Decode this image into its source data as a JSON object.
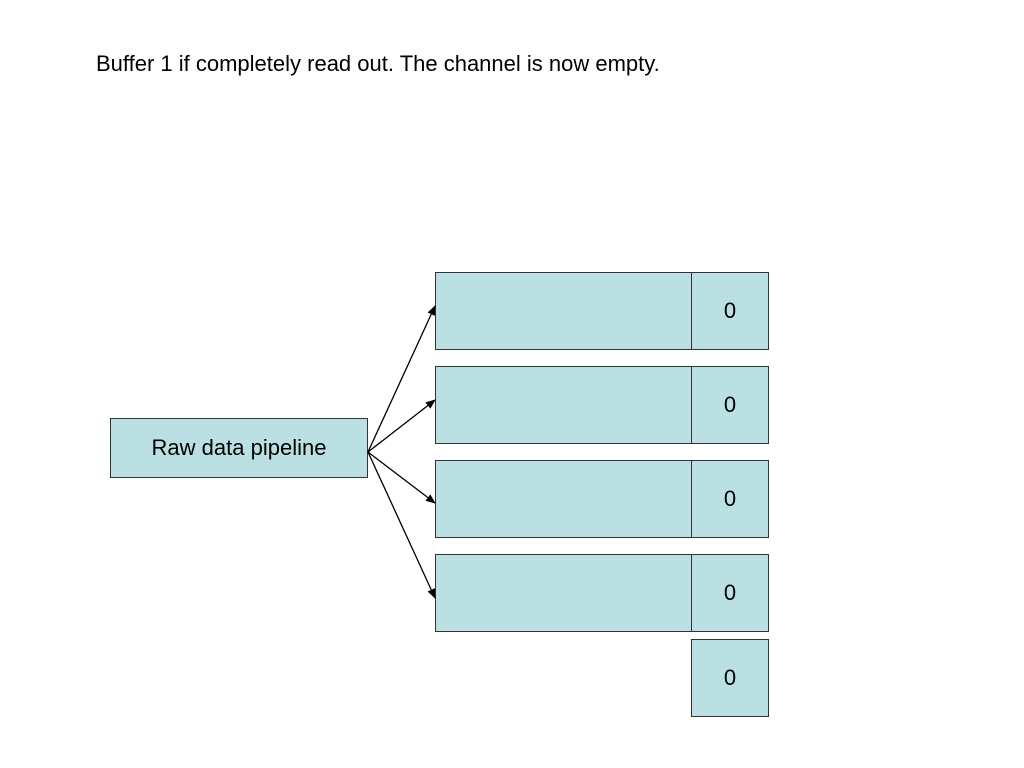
{
  "caption": "Buffer 1 if completely read out. The channel is now empty.",
  "pipeline": {
    "label": "Raw data pipeline"
  },
  "buffers": [
    {
      "counter": "0"
    },
    {
      "counter": "0"
    },
    {
      "counter": "0"
    },
    {
      "counter": "0"
    }
  ],
  "extra_counter": {
    "counter": "0"
  },
  "colors": {
    "box_fill": "#bbe0e3",
    "border": "#333333",
    "arrow": "#000000"
  }
}
